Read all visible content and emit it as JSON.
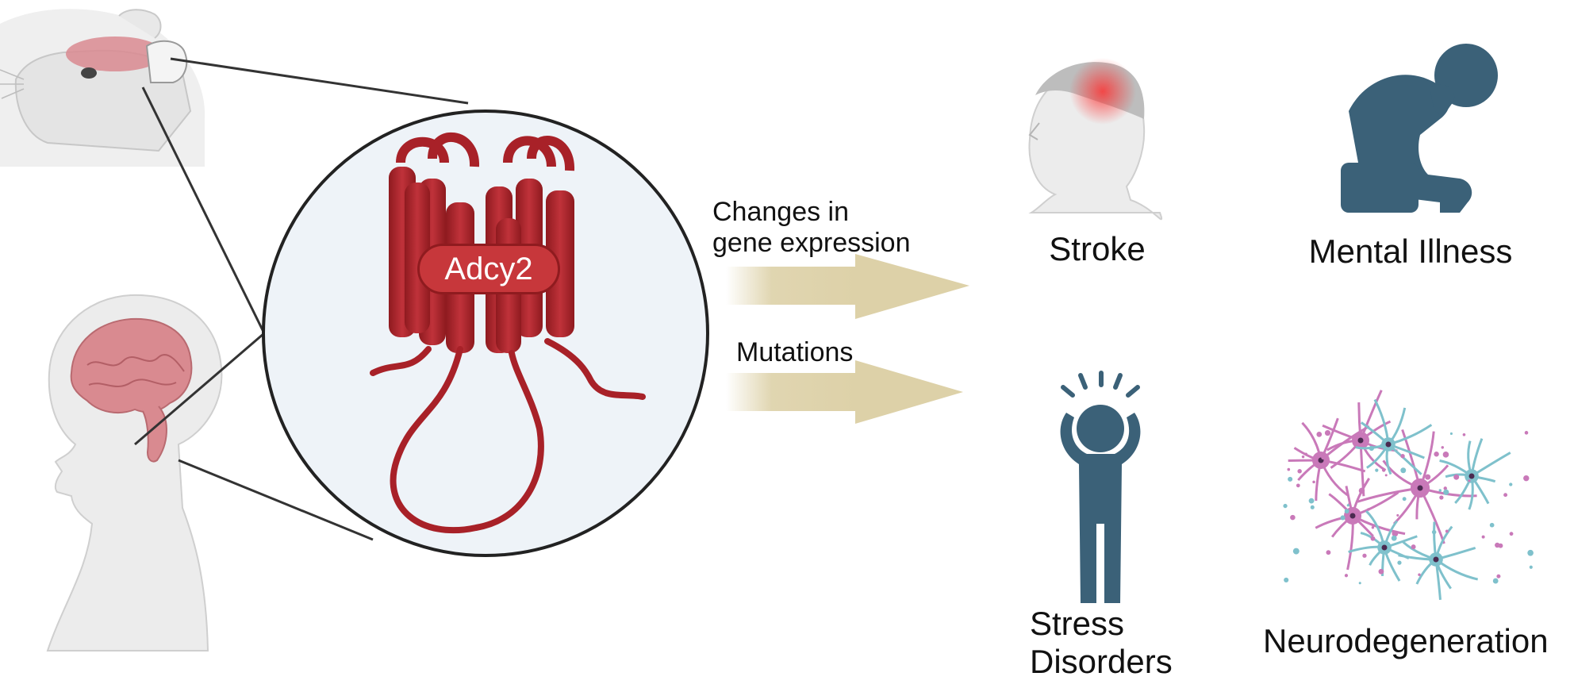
{
  "protein": {
    "label": "Adcy2",
    "color": "#b3262c"
  },
  "arrows": {
    "expression_label": "Changes in\ngene expression",
    "mutations_label": "Mutations",
    "color": "#ddd1a8"
  },
  "outcomes": {
    "stroke": "Stroke",
    "mental_illness": "Mental Illness",
    "stress_disorders": "Stress\nDisorders",
    "neurodegeneration": "Neurodegeneration"
  },
  "colors": {
    "icon_slate": "#3b6178",
    "neuron_pink": "#c979b9",
    "neuron_cyan": "#7fc1cc",
    "brain": "#d98a90",
    "zoom_fill": "#eef3f8"
  }
}
